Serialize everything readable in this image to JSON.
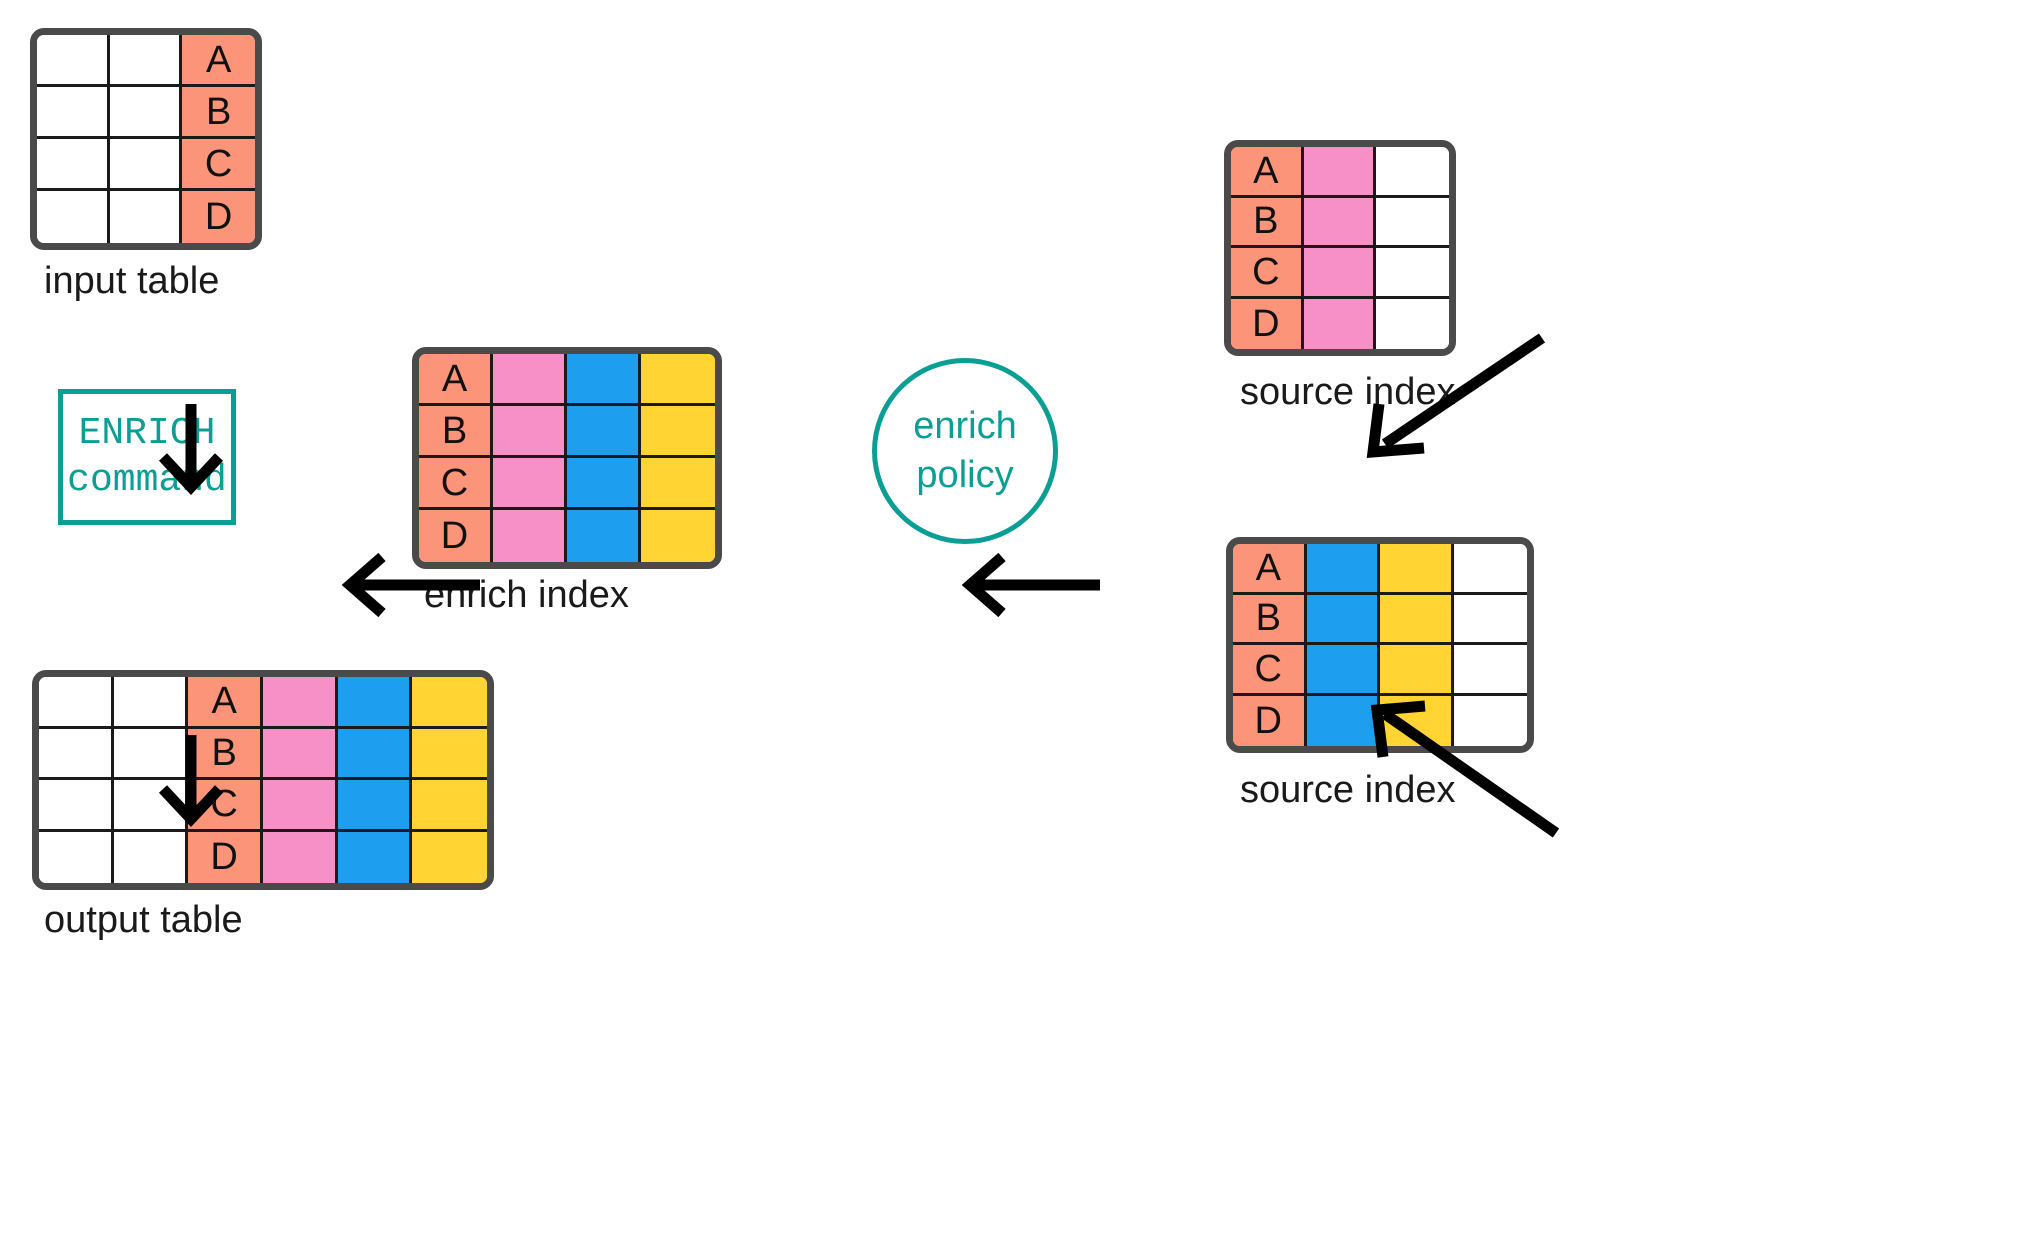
{
  "palette": {
    "salmon": "#FB9478",
    "pink": "#F790C6",
    "blue": "#1E9EEF",
    "yellow": "#FFD433",
    "white": "#FFFFFF",
    "teal": "#0A9E94",
    "outline_dark": "#4A4A4A",
    "grid_line": "#1A1A1A",
    "arrow": "#000000"
  },
  "keys": [
    "A",
    "B",
    "C",
    "D"
  ],
  "tables": {
    "input": {
      "caption": "input table",
      "columns": [
        "white",
        "white",
        "salmon"
      ],
      "key_column_index": 2,
      "rows": [
        [
          "",
          "",
          "A"
        ],
        [
          "",
          "",
          "B"
        ],
        [
          "",
          "",
          "C"
        ],
        [
          "",
          "",
          "D"
        ]
      ]
    },
    "enrich_index": {
      "caption": "enrich index",
      "columns": [
        "salmon",
        "pink",
        "blue",
        "yellow"
      ],
      "key_column_index": 0,
      "rows": [
        [
          "A",
          "",
          "",
          ""
        ],
        [
          "B",
          "",
          "",
          ""
        ],
        [
          "C",
          "",
          "",
          ""
        ],
        [
          "D",
          "",
          "",
          ""
        ]
      ]
    },
    "source_index_top": {
      "caption": "source index",
      "columns": [
        "salmon",
        "pink",
        "white"
      ],
      "key_column_index": 0,
      "rows": [
        [
          "A",
          "",
          ""
        ],
        [
          "B",
          "",
          ""
        ],
        [
          "C",
          "",
          ""
        ],
        [
          "D",
          "",
          ""
        ]
      ]
    },
    "source_index_bottom": {
      "caption": "source index",
      "columns": [
        "salmon",
        "blue",
        "yellow",
        "white"
      ],
      "key_column_index": 0,
      "rows": [
        [
          "A",
          "",
          "",
          ""
        ],
        [
          "B",
          "",
          "",
          ""
        ],
        [
          "C",
          "",
          "",
          ""
        ],
        [
          "D",
          "",
          "",
          ""
        ]
      ]
    },
    "output": {
      "caption": "output table",
      "columns": [
        "white",
        "white",
        "salmon",
        "pink",
        "blue",
        "yellow"
      ],
      "key_column_index": 2,
      "rows": [
        [
          "",
          "",
          "A",
          "",
          "",
          ""
        ],
        [
          "",
          "",
          "B",
          "",
          "",
          ""
        ],
        [
          "",
          "",
          "C",
          "",
          "",
          ""
        ],
        [
          "",
          "",
          "D",
          "",
          "",
          ""
        ]
      ]
    }
  },
  "command": {
    "line1": "ENRICH",
    "line2": "command"
  },
  "policy": {
    "line1": "enrich",
    "line2": "policy"
  },
  "arrows": [
    {
      "name": "input-to-command",
      "direction": "down"
    },
    {
      "name": "command-to-output",
      "direction": "down"
    },
    {
      "name": "enrich-index-to-command",
      "direction": "left"
    },
    {
      "name": "policy-to-enrich-index",
      "direction": "left"
    },
    {
      "name": "source-index-top-to-policy",
      "direction": "down-left"
    },
    {
      "name": "source-index-bottom-to-policy",
      "direction": "up-left"
    }
  ]
}
